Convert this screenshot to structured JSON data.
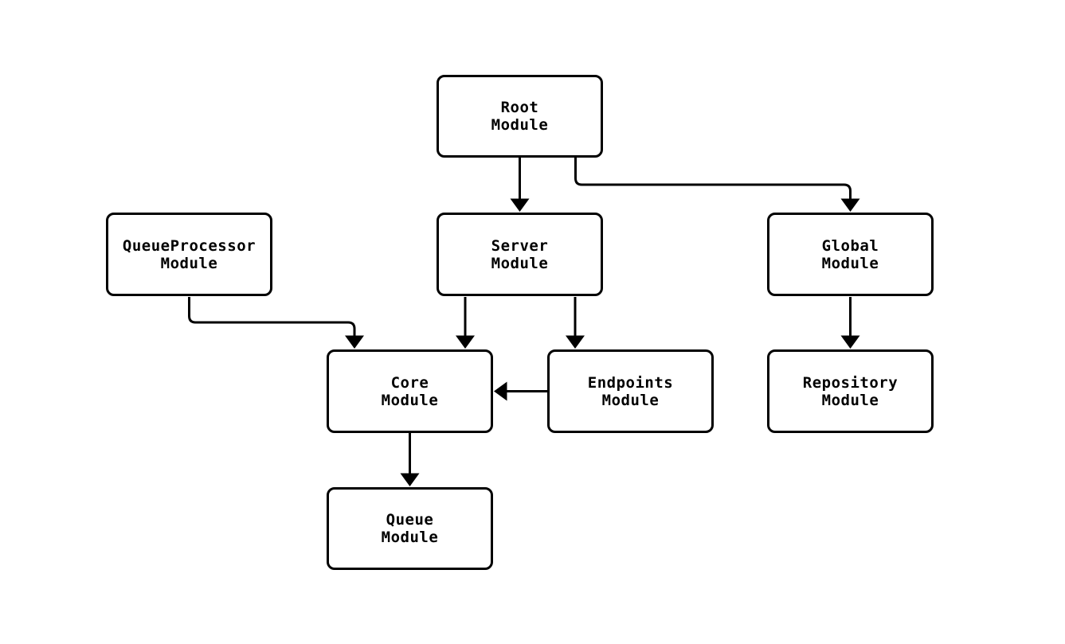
{
  "diagram": {
    "type": "module-dependency-flowchart",
    "background_color": "#ffffff",
    "stroke_color": "#000000",
    "nodes": {
      "root": {
        "line1": "Root",
        "line2": "Module"
      },
      "queueproc": {
        "line1": "QueueProcessor",
        "line2": "Module"
      },
      "server": {
        "line1": "Server",
        "line2": "Module"
      },
      "global": {
        "line1": "Global",
        "line2": "Module"
      },
      "core": {
        "line1": "Core",
        "line2": "Module"
      },
      "endpoints": {
        "line1": "Endpoints",
        "line2": "Module"
      },
      "repository": {
        "line1": "Repository",
        "line2": "Module"
      },
      "queue": {
        "line1": "Queue",
        "line2": "Module"
      }
    },
    "edges": [
      {
        "from": "Root Module",
        "to": "Server Module"
      },
      {
        "from": "Root Module",
        "to": "Global Module"
      },
      {
        "from": "QueueProcessor Module",
        "to": "Core Module"
      },
      {
        "from": "Server Module",
        "to": "Core Module"
      },
      {
        "from": "Server Module",
        "to": "Endpoints Module"
      },
      {
        "from": "Endpoints Module",
        "to": "Core Module"
      },
      {
        "from": "Global Module",
        "to": "Repository Module"
      },
      {
        "from": "Core Module",
        "to": "Queue Module"
      }
    ]
  }
}
